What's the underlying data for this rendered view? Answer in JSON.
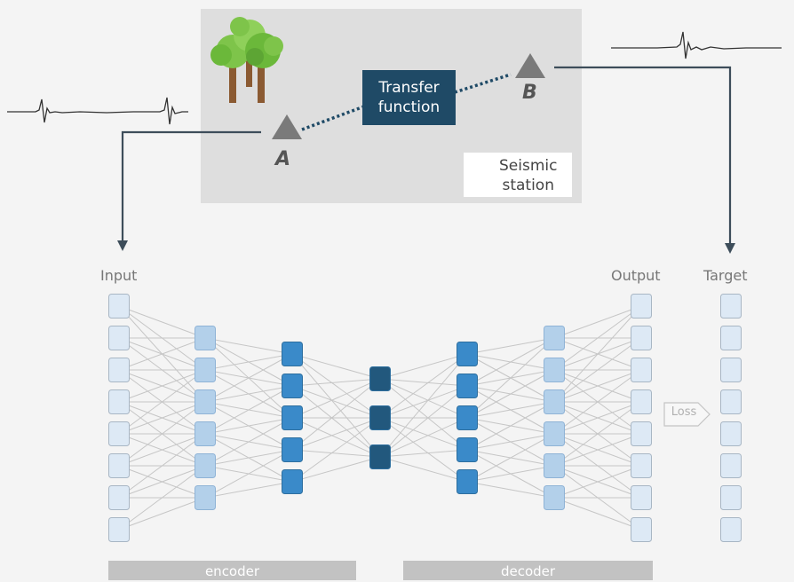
{
  "scene": {
    "transfer_line1": "Transfer",
    "transfer_line2": "function",
    "station_a": "A",
    "station_b": "B",
    "legend_line1": "Seismic",
    "legend_line2": "station",
    "tree_icon": "tree-icon",
    "station_icon": "triangle-icon"
  },
  "network": {
    "input_label": "Input",
    "output_label": "Output",
    "target_label": "Target",
    "loss_label": "Loss",
    "encoder_label": "encoder",
    "decoder_label": "decoder",
    "layer_sizes": [
      8,
      6,
      5,
      3,
      5,
      6,
      8
    ],
    "target_size": 8
  },
  "colors": {
    "light_node": "#dde9f5",
    "mid_node": "#b3d0ea",
    "dark_node": "#3a8ac9",
    "darkest_node": "#22587d",
    "transfer_box": "#1f4a66",
    "arrow_line": "#3d4d5a"
  }
}
